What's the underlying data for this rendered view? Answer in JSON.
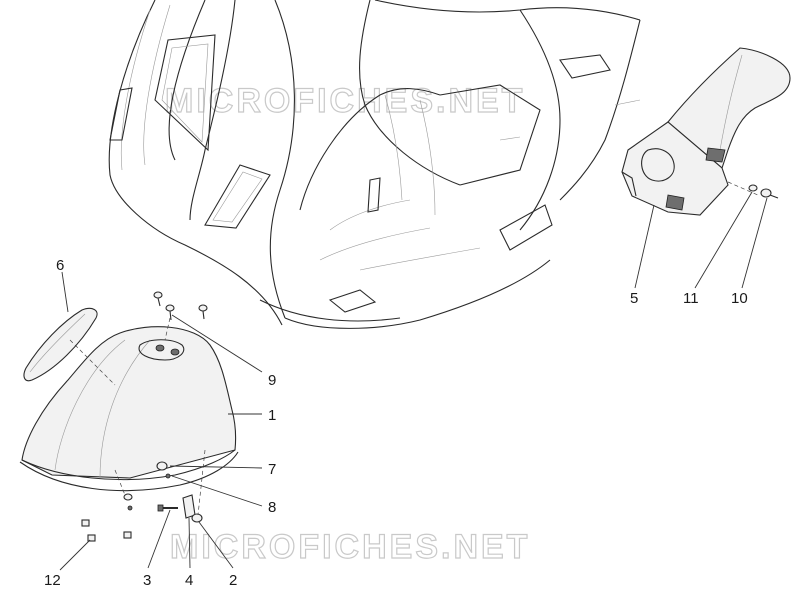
{
  "watermark": "MICROFICHES.NET",
  "callouts": [
    {
      "id": "c6",
      "label": "6"
    },
    {
      "id": "c9",
      "label": "9"
    },
    {
      "id": "c1",
      "label": "1"
    },
    {
      "id": "c7",
      "label": "7"
    },
    {
      "id": "c8",
      "label": "8"
    },
    {
      "id": "c12",
      "label": "12"
    },
    {
      "id": "c3",
      "label": "3"
    },
    {
      "id": "c4",
      "label": "4"
    },
    {
      "id": "c2",
      "label": "2"
    },
    {
      "id": "c5",
      "label": "5"
    },
    {
      "id": "c11",
      "label": "11"
    },
    {
      "id": "c10",
      "label": "10"
    }
  ]
}
